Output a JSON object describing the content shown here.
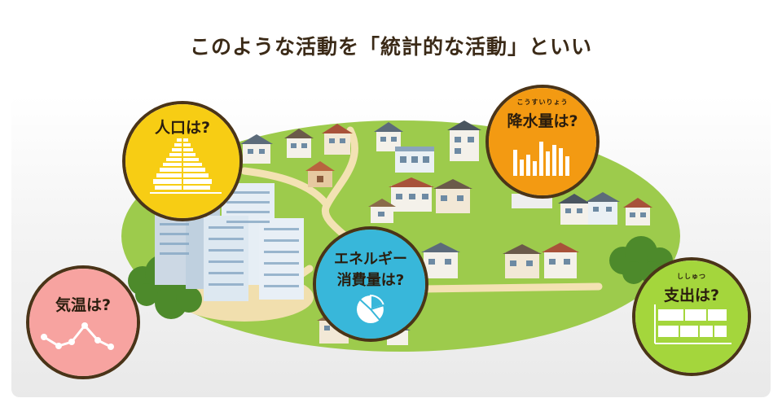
{
  "title": "このような活動を「統計的な活動」といい",
  "bubbles": {
    "population": {
      "label": "人口は?",
      "color": "#f7cd14",
      "icon": "population-pyramid-icon"
    },
    "rainfall": {
      "label": "降水量は?",
      "ruby": "こうすいりょう",
      "color": "#f39a12",
      "icon": "bar-chart-icon"
    },
    "energy": {
      "label_line1": "エネルギー",
      "label_line2": "消費量は?",
      "color": "#38b7da",
      "icon": "pie-chart-icon"
    },
    "temperature": {
      "label": "気温は?",
      "color": "#f7a3a0",
      "icon": "line-chart-icon"
    },
    "expenditure": {
      "label": "支出は?",
      "ruby": "ししゅつ",
      "color": "#a4d63c",
      "icon": "bar-table-icon"
    }
  },
  "colors": {
    "title": "#3b2a17",
    "grass": "#9dcb4c",
    "path": "#f3e2b3",
    "bubble_border": "#4a3418"
  }
}
